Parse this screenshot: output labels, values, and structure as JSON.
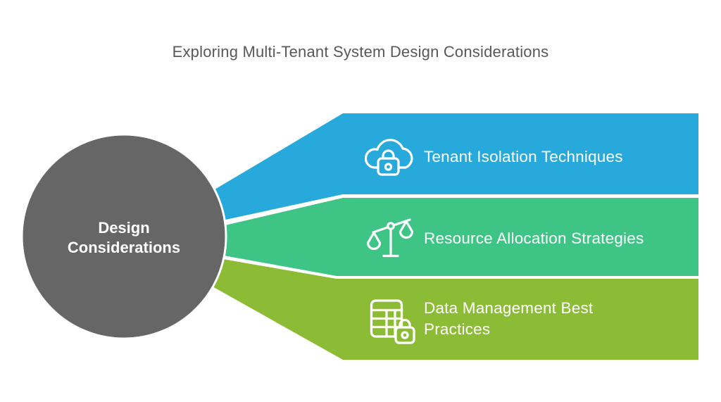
{
  "title": "Exploring Multi-Tenant System Design Considerations",
  "center": {
    "label": "Design Considerations",
    "color": "#666666"
  },
  "bands": [
    {
      "label": "Tenant Isolation Techniques",
      "color": "#27AADB",
      "icon": "cloud-lock-icon"
    },
    {
      "label": "Resource Allocation Strategies",
      "color": "#3EC484",
      "icon": "balance-scale-icon"
    },
    {
      "label": "Data Management Best Practices",
      "color": "#8CBC35",
      "icon": "table-lock-icon"
    }
  ],
  "colors": {
    "background": "#FFFFFF",
    "title_text": "#57585B",
    "band_text": "#FFFFFF",
    "divider": "#FFFFFF",
    "circle_outline": "#FFFFFF"
  }
}
